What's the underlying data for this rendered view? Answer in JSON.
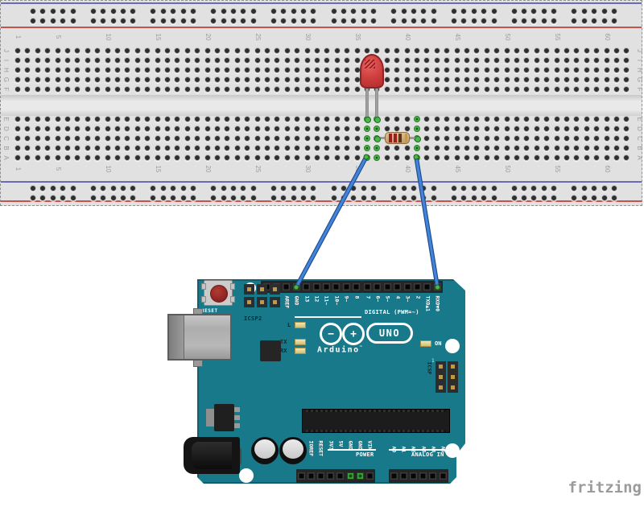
{
  "page": {
    "background": "#ffffff",
    "watermark": "fritzing",
    "watermark_color": "#9b9b9b"
  },
  "breadboard": {
    "body_color": "#e1e1e1",
    "rail_line_blue": "#6a6ab5",
    "rail_line_red": "#c4534c",
    "row_letters_top": [
      "J",
      "I",
      "H",
      "G",
      "F"
    ],
    "row_letters_bottom": [
      "E",
      "D",
      "C",
      "B",
      "A"
    ],
    "column_labels": [
      "1",
      "5",
      "10",
      "15",
      "20",
      "25",
      "30",
      "35",
      "40",
      "45",
      "50",
      "55",
      "60"
    ],
    "columns": 62,
    "rail_groups": 10,
    "highlighted_columns": [
      36,
      37,
      41
    ],
    "highlight_color": "#49b649"
  },
  "led": {
    "type": "red-led",
    "body_color": "#d14040",
    "leg_columns": [
      36,
      37
    ]
  },
  "resistor": {
    "body_color_top": "#dcc094",
    "body_color_bottom": "#c19a66",
    "band_colors": [
      "#9b1f1f",
      "#9b1f1f",
      "#5f3613",
      "#c79a3a"
    ],
    "from_column": 37,
    "to_column": 41
  },
  "wires": [
    {
      "from": "breadboard-A36",
      "to": "arduino-GND",
      "color": "#4384da"
    },
    {
      "from": "breadboard-A41",
      "to": "arduino-D0",
      "color": "#4384da"
    }
  ],
  "arduino": {
    "board_color": "#18798b",
    "reset_label": "RESET",
    "icsp2_label": "ICSP2",
    "icsp_label": "ICSP",
    "icsp_pin1_label": "1",
    "digital_caption": "DIGITAL (PWM=~)",
    "power_caption": "POWER",
    "analog_caption": "ANALOG IN",
    "digital_left_pins": [
      "",
      "",
      "AREF",
      "GND",
      "13",
      "12",
      "11~",
      "10~",
      "9~",
      "8"
    ],
    "digital_right_pins": [
      "7",
      "6~",
      "5~",
      "4",
      "3~",
      "2",
      "TXD▲1",
      "RXD▼0"
    ],
    "power_pins": [
      "",
      "IOREF",
      "RESET",
      "3V3",
      "5V",
      "GND",
      "GND",
      "VIN"
    ],
    "analog_pins": [
      "A0",
      "A1",
      "A2",
      "A3",
      "A4",
      "A5"
    ],
    "led_labels": {
      "l": "L",
      "tx": "TX",
      "rx": "RX",
      "on": "ON"
    },
    "logo": {
      "brand": "Arduino",
      "tm": "™",
      "model": "UNO",
      "minus": "−",
      "plus": "+"
    }
  }
}
